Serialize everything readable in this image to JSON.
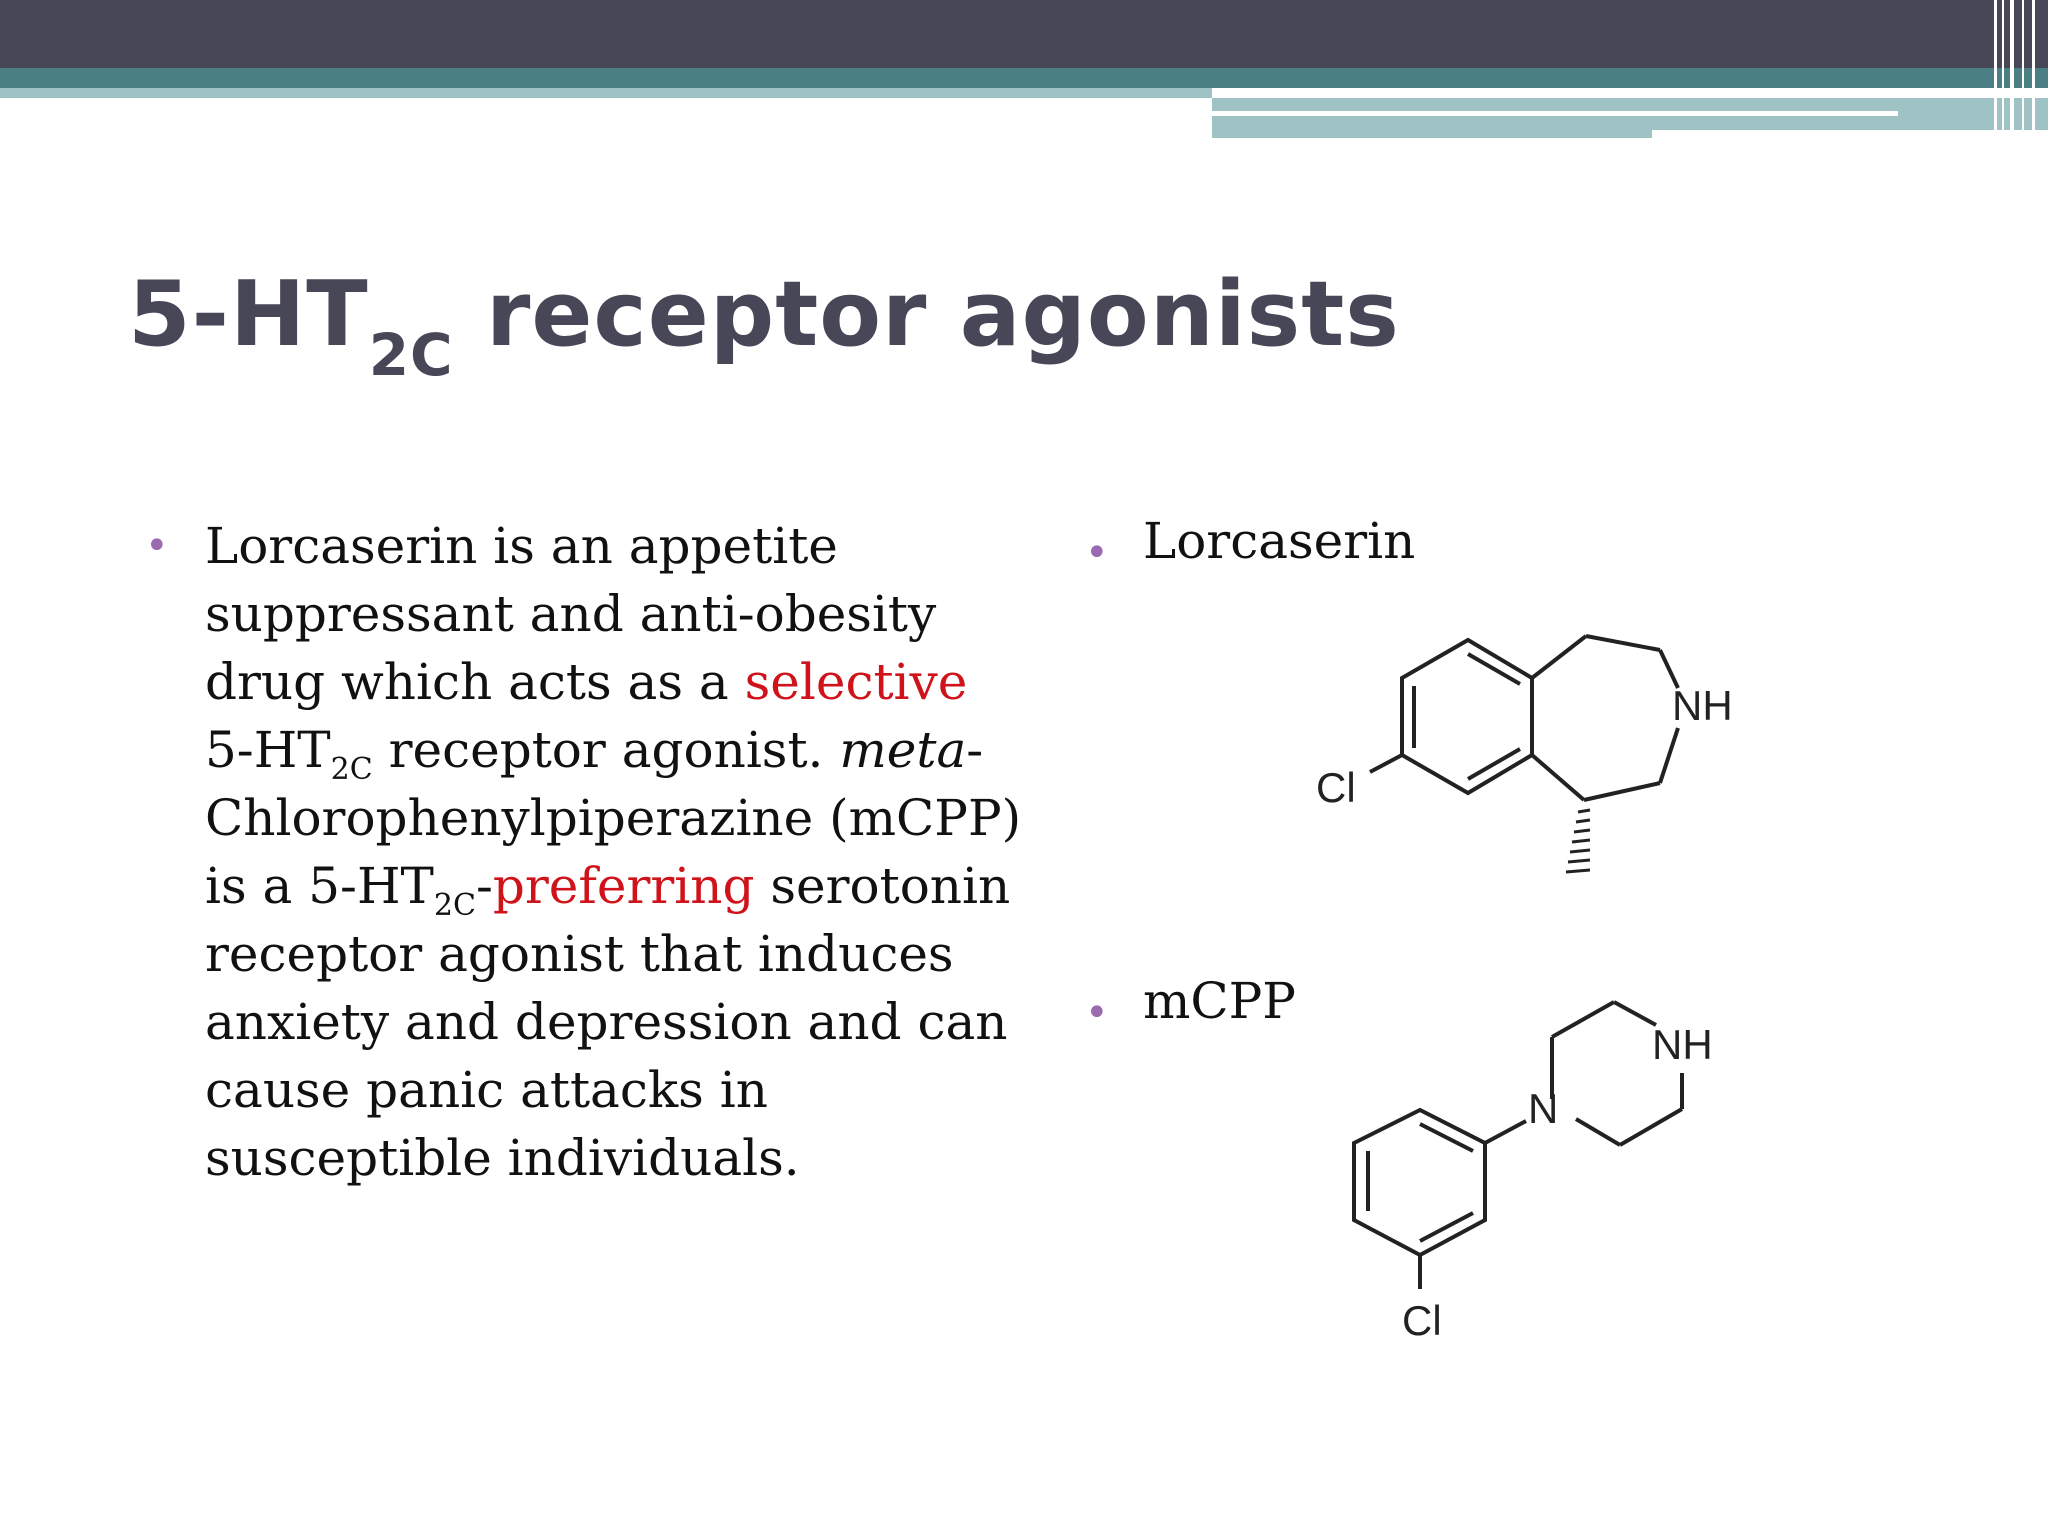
{
  "title": {
    "main": "5-HT",
    "subscript": "2C",
    "rest": " receptor agonists"
  },
  "left": {
    "p1": "Lorcaserin is an appetite suppressant and anti-obesity drug which acts as a ",
    "selective": "selective",
    "p2": " 5-HT",
    "sub_a": "2C",
    "p3": " receptor agonist. ",
    "meta": "meta",
    "p4": "-Chlorophenylpiperazine (mCPP) is a 5-HT",
    "sub_b": "2C",
    "p5": "-",
    "preferring": "preferring",
    "p6": " serotonin receptor agonist that induces anxiety and depression and can cause panic attacks in susceptible individuals."
  },
  "right": {
    "lorcaserin_label": "Lorcaserin",
    "mcpp_label": "mCPP"
  },
  "structures": {
    "lorcaserin": {
      "nh": "NH",
      "cl": "Cl"
    },
    "mcpp": {
      "nh": "NH",
      "n": "N",
      "cl": "Cl"
    }
  },
  "bullet_symbol": "•",
  "colors": {
    "header_dark": "#474758",
    "header_teal": "#4a7f84",
    "header_light": "#9fc2c4",
    "title": "#474758",
    "highlight": "#d0131b",
    "bullet": "#9a6bb0"
  }
}
